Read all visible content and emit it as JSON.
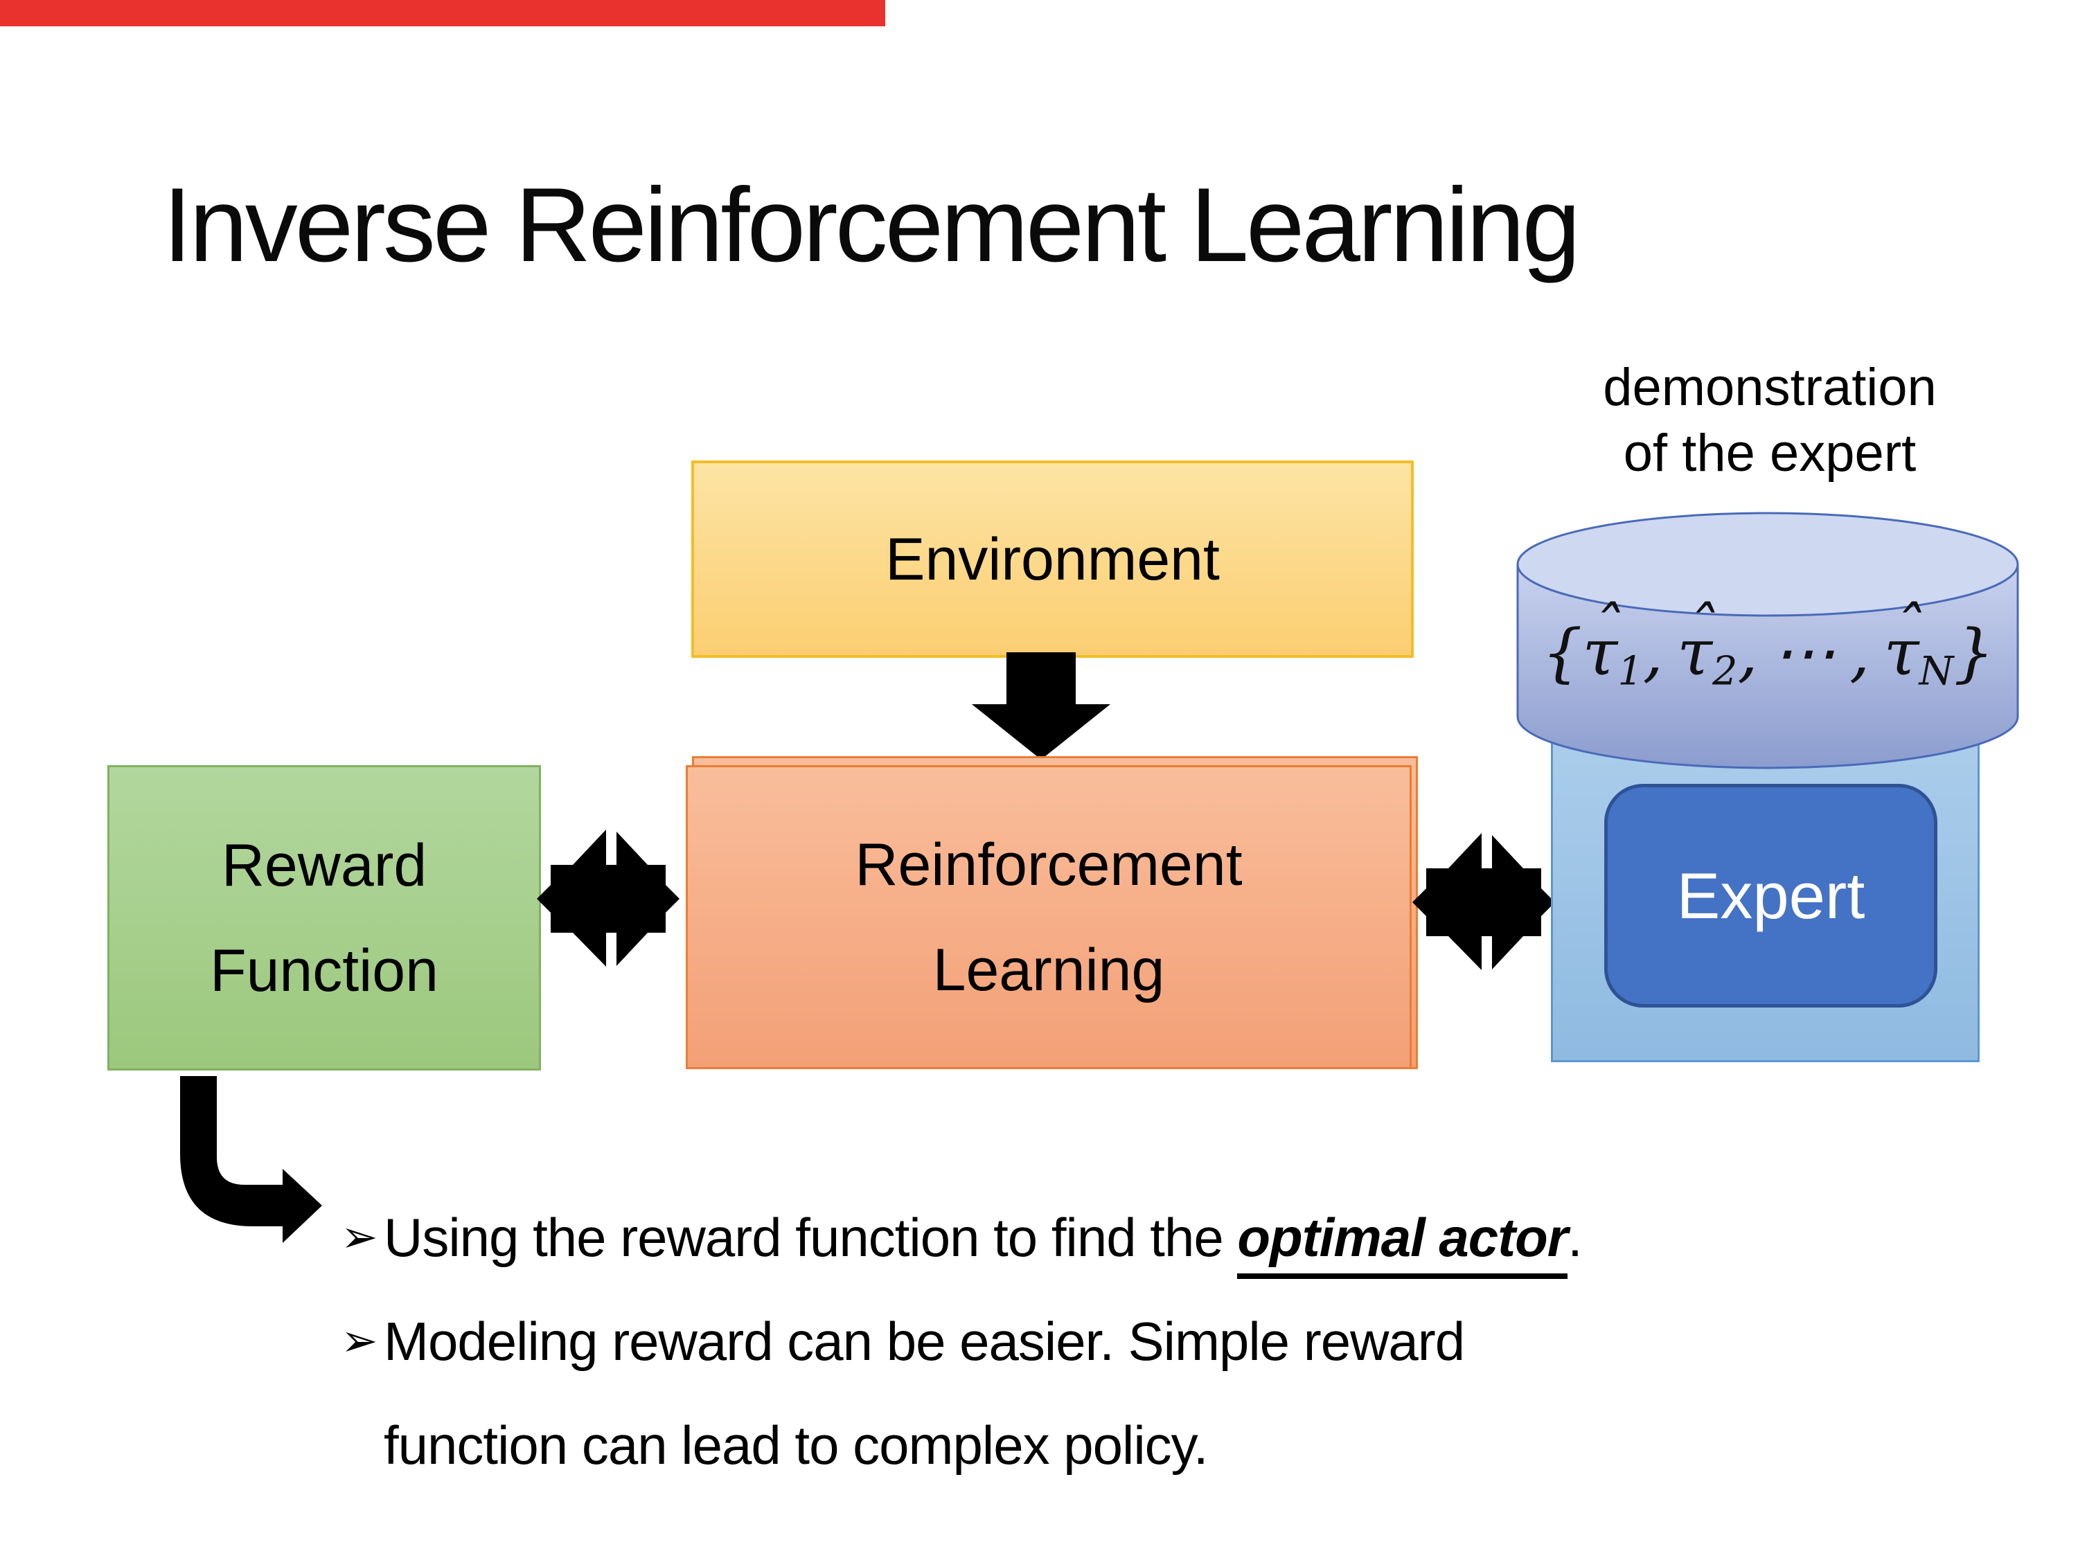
{
  "slide": {
    "title": "Inverse Reinforcement Learning"
  },
  "video_player": {
    "progress_bar_color": "#e9322d"
  },
  "demo_label": {
    "line1": "demonstration",
    "line2": "of the expert"
  },
  "boxes": {
    "environment": {
      "label": "Environment"
    },
    "reward_function": {
      "label_line1": "Reward",
      "label_line2": "Function"
    },
    "reinforcement_learning": {
      "label_line1": "Reinforcement",
      "label_line2": "Learning"
    },
    "expert": {
      "label": "Expert"
    }
  },
  "cylinder": {
    "math": {
      "open": "{",
      "tau": "τ",
      "hat": "ˆ",
      "sub1": "1",
      "sub2": "2",
      "subN": "N",
      "comma": ",",
      "dots": "⋯",
      "close": "}"
    }
  },
  "bullets": [
    {
      "glyph": "➢",
      "prefix": "Using the reward function to find the ",
      "emphasis": "optimal actor",
      "suffix": "."
    },
    {
      "glyph": "➢",
      "line1": "Modeling reward can be easier. Simple reward",
      "line2": "function can lead to complex policy."
    }
  ],
  "icons": {
    "down_arrow": "down-arrow",
    "double_arrow_left": "left-right-double-arrow",
    "double_arrow_right": "left-right-double-arrow",
    "elbow_arrow": "elbow-right-arrow",
    "database_cylinder": "database-cylinder"
  },
  "colors": {
    "progress-red": "#e9322d",
    "env-fill-top": "#fde4a4",
    "env-fill-bottom": "#fbce72",
    "env-border": "#f3bd27",
    "green-fill-top": "#b2d79e",
    "green-fill-bottom": "#9cc87d",
    "green-border": "#7fb25f",
    "orange-fill-top": "#f9bd9b",
    "orange-fill-bottom": "#f3a076",
    "orange-border": "#ec7d33",
    "container-fill-top": "#abcdeb",
    "container-fill-bottom": "#8fbae1",
    "container-border": "#5f97ce",
    "cyl-top": "#ced8f1",
    "cyl-body-top": "#c9d2ee",
    "cyl-body-bottom": "#8b9cce",
    "cyl-border": "#4a6ab8",
    "expert-fill": "#4472c4",
    "expert-border": "#2e5395",
    "arrow-black": "#000000"
  }
}
